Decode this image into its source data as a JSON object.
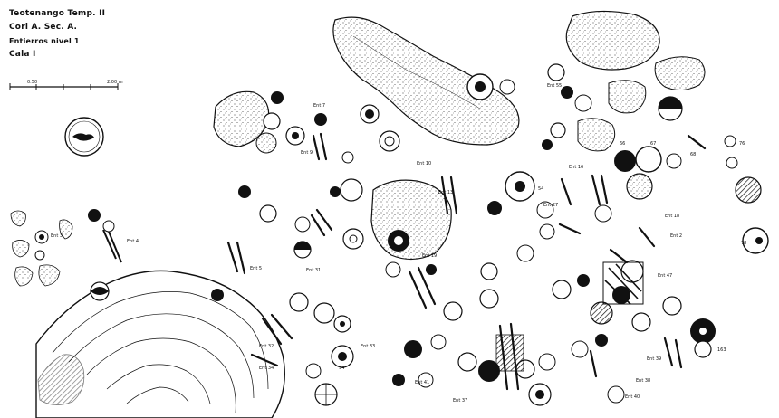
{
  "title_block": {
    "line1": "Teotenango Temp. II",
    "line2": "Corl A. Sec. A.",
    "line3": "Entierros nivel 1",
    "line4": "Cala I"
  },
  "scale_bar": {
    "left_label": "0.50",
    "right_label": "2.00 m"
  },
  "labels": {
    "ent9": "Ent 9",
    "ent2": "Ent 2",
    "ent3": "Ent 3",
    "ent4": "Ent 4",
    "ent5": "Ent 5",
    "ent7": "Ent 7",
    "ent10": "Ent 10",
    "ent13": "Ent 13",
    "ent16": "Ent 16",
    "ent18": "Ent 18",
    "ent19": "Ent 19",
    "ent27": "Ent 27",
    "ent31": "Ent 31",
    "ent32": "Ent 32",
    "ent33": "Ent 33",
    "ent34": "Ent 34",
    "ent37": "Ent 37",
    "ent38": "Ent 38",
    "ent39": "Ent 39",
    "ent40": "Ent 40",
    "ent41": "Ent 41",
    "ent47": "Ent 47",
    "ent55": "Ent 55",
    "n63": "163",
    "n78": "78",
    "n76": "76",
    "n54": "54",
    "n66": "66",
    "n67": "67",
    "n68": "68",
    "n94": "94"
  }
}
